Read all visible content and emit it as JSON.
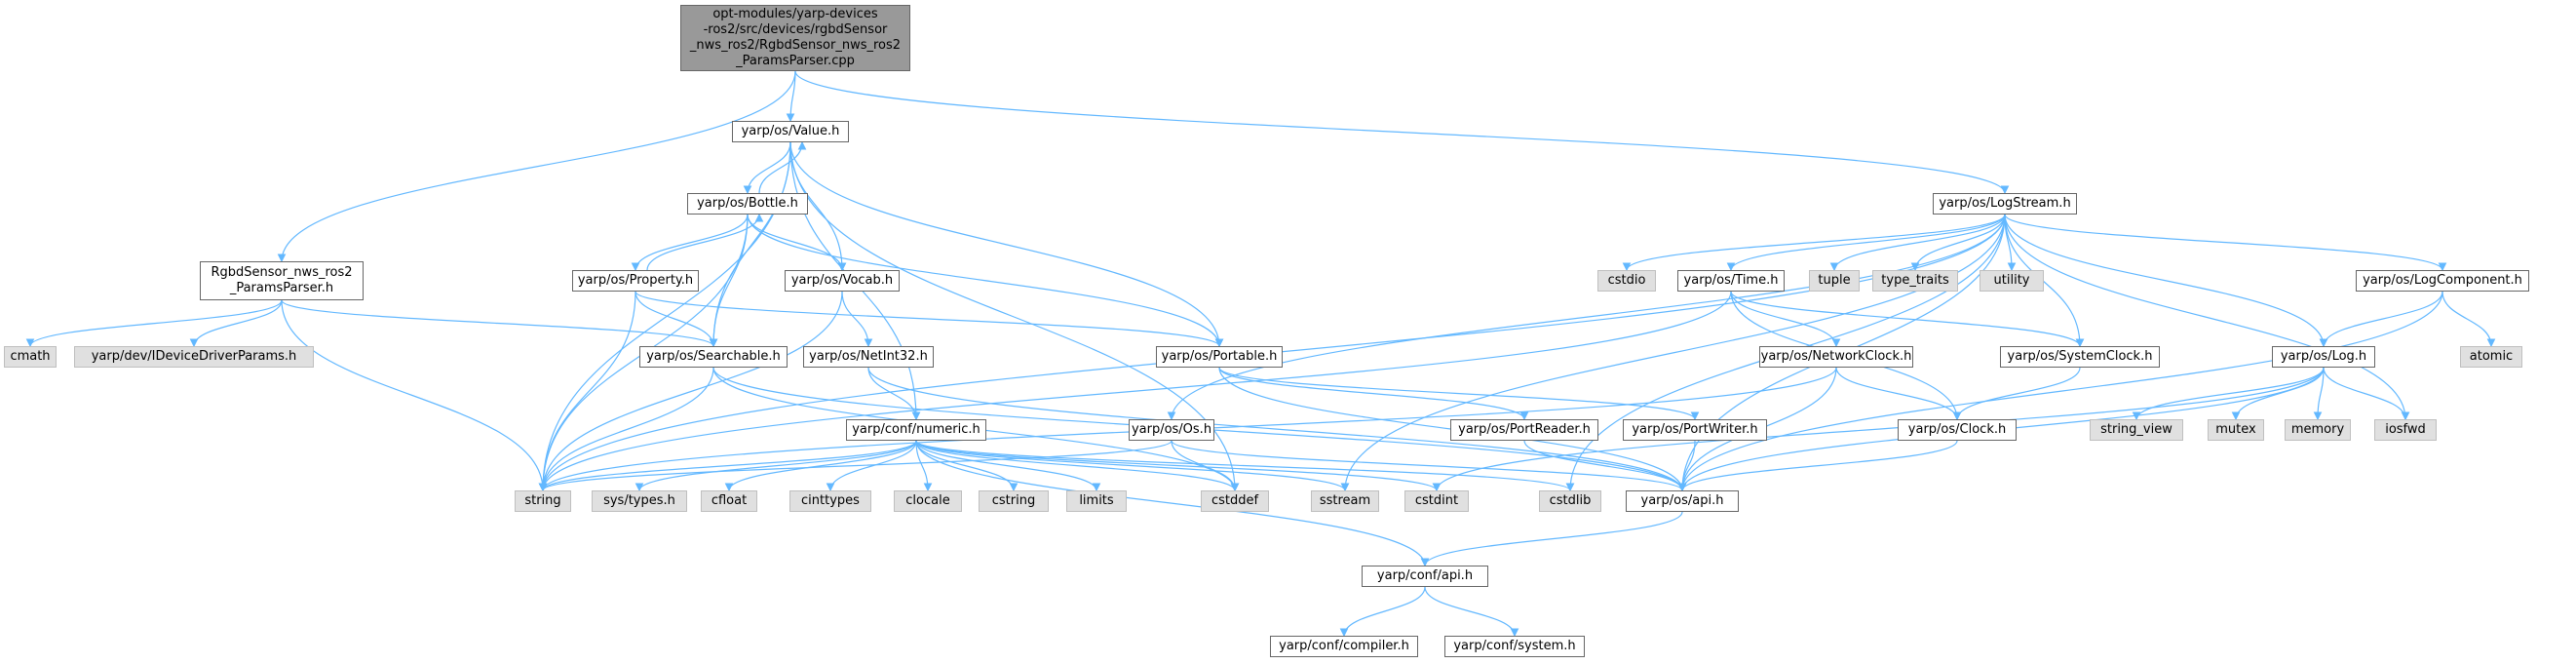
{
  "graph": {
    "edge_color": "#63b8ff",
    "root_fill": "#999999",
    "system_fill": "#e0e0e0",
    "nodes": {
      "root": "opt-modules/yarp-devices\n-ros2/src/devices/rgbdSensor\n_nws_ros2/RgbdSensor_nws_ros2\n_ParamsParser.cpp",
      "paramsparser_h": "RgbdSensor_nws_ros2\n_ParamsParser.h",
      "cmath": "cmath",
      "idevicedriverparams": "yarp/dev/IDeviceDriverParams.h",
      "value_h": "yarp/os/Value.h",
      "bottle_h": "yarp/os/Bottle.h",
      "property_h": "yarp/os/Property.h",
      "vocab_h": "yarp/os/Vocab.h",
      "searchable_h": "yarp/os/Searchable.h",
      "netint32_h": "yarp/os/NetInt32.h",
      "portable_h": "yarp/os/Portable.h",
      "numeric_h": "yarp/conf/numeric.h",
      "os_h": "yarp/os/Os.h",
      "logstream_h": "yarp/os/LogStream.h",
      "cstdio": "cstdio",
      "time_h": "yarp/os/Time.h",
      "tuple": "tuple",
      "type_traits": "type_traits",
      "utility": "utility",
      "logcomponent_h": "yarp/os/LogComponent.h",
      "atomic": "atomic",
      "networkclock_h": "yarp/os/NetworkClock.h",
      "systemclock_h": "yarp/os/SystemClock.h",
      "log_h": "yarp/os/Log.h",
      "portreader_h": "yarp/os/PortReader.h",
      "portwriter_h": "yarp/os/PortWriter.h",
      "clock_h": "yarp/os/Clock.h",
      "string_view": "string_view",
      "mutex": "mutex",
      "memory": "memory",
      "iosfwd": "iosfwd",
      "string": "string",
      "sys_types": "sys/types.h",
      "cfloat": "cfloat",
      "cinttypes": "cinttypes",
      "clocale": "clocale",
      "cstring": "cstring",
      "limits": "limits",
      "cstddef": "cstddef",
      "sstream": "sstream",
      "cstdint": "cstdint",
      "cstdlib": "cstdlib",
      "api_h": "yarp/os/api.h",
      "conf_api_h": "yarp/conf/api.h",
      "compiler_h": "yarp/conf/compiler.h",
      "system_h": "yarp/conf/system.h"
    }
  }
}
